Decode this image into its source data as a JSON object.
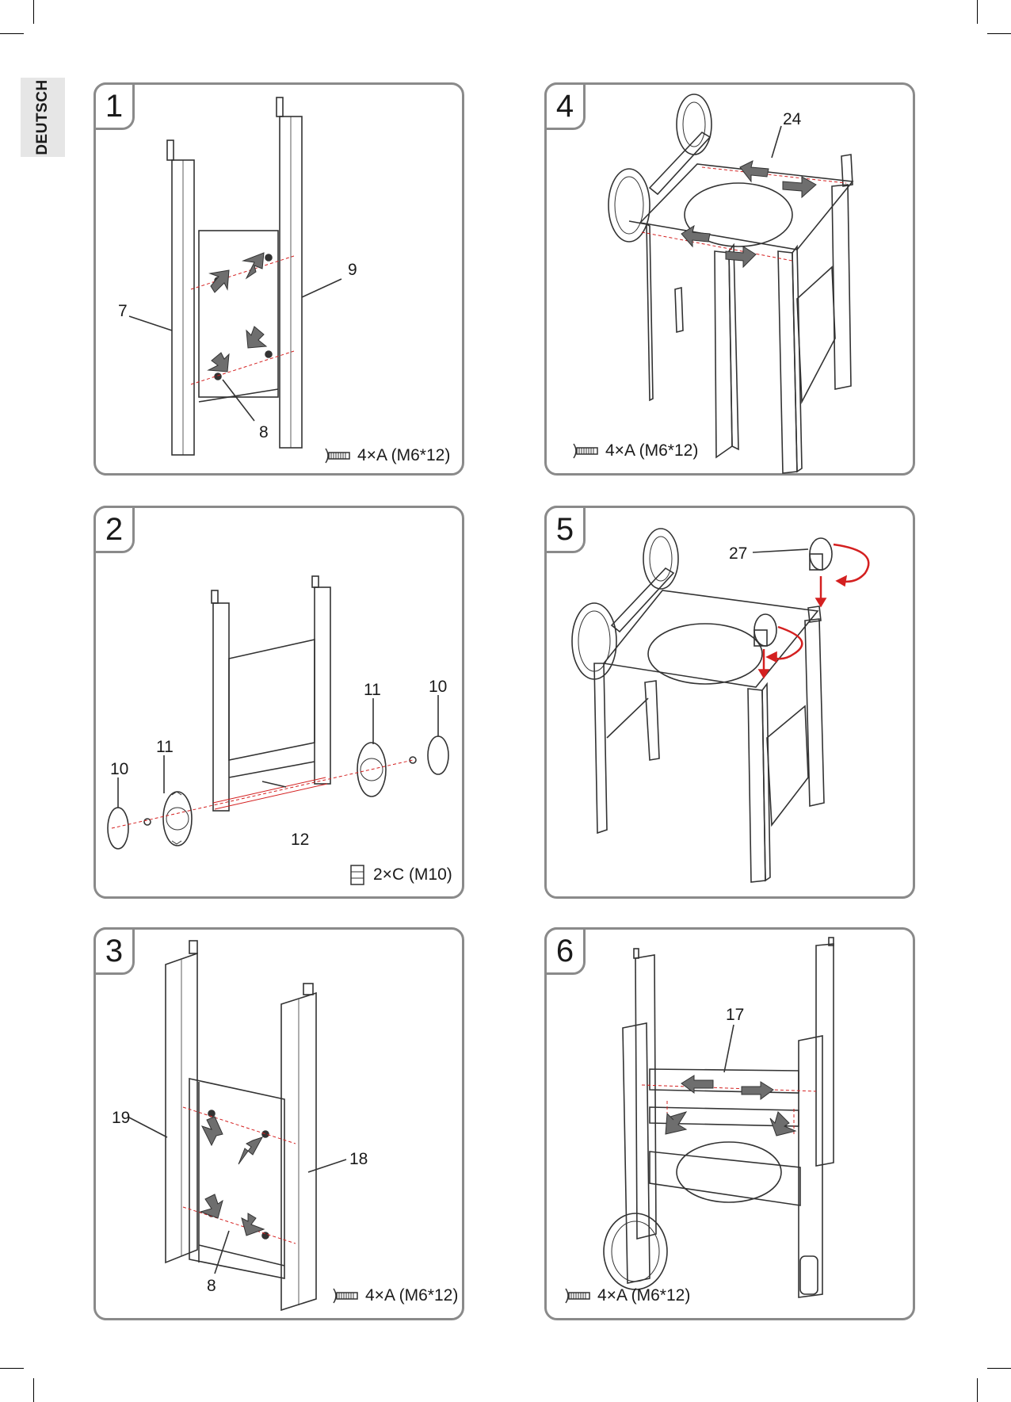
{
  "side_tab": "DEUTSCH",
  "panels": [
    {
      "step": "1",
      "callouts": [
        "7",
        "9",
        "8"
      ],
      "hardware": "4×A (M6*12)"
    },
    {
      "step": "2",
      "callouts": [
        "10",
        "11",
        "11",
        "10",
        "12"
      ],
      "hardware": "2×C (M10)"
    },
    {
      "step": "3",
      "callouts": [
        "19",
        "18",
        "8"
      ],
      "hardware": "4×A (M6*12)"
    },
    {
      "step": "4",
      "callouts": [
        "24"
      ],
      "hardware": "4×A (M6*12)"
    },
    {
      "step": "5",
      "callouts": [
        "27"
      ],
      "hardware": ""
    },
    {
      "step": "6",
      "callouts": [
        "17"
      ],
      "hardware": "4×A (M6*12)"
    }
  ],
  "colors": {
    "frame": "#8a8a8a",
    "arrow": "#6e6e6e",
    "rotate_arrow": "#d42020",
    "line": "#333333"
  }
}
